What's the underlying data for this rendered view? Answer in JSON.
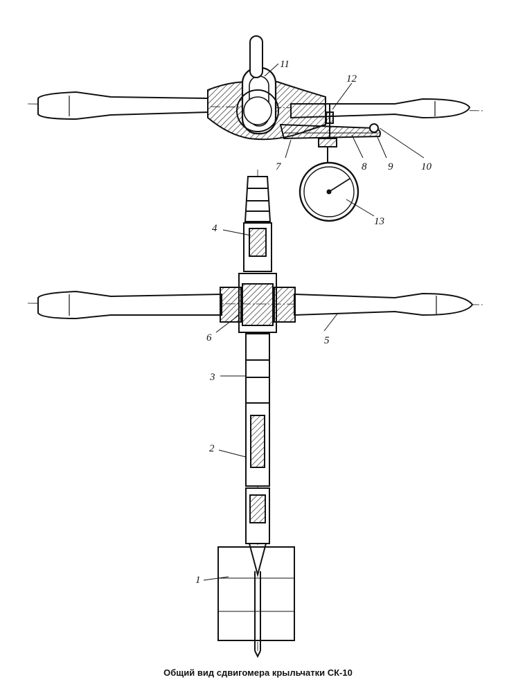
{
  "caption": "Общий вид сдвигомера крыльчатки СК-10",
  "callouts": {
    "c1": "1",
    "c2": "2",
    "c3": "3",
    "c4": "4",
    "c5": "5",
    "c6": "6",
    "c7": "7",
    "c8": "8",
    "c9": "9",
    "c10": "10",
    "c11": "11",
    "c12": "12",
    "c13": "13"
  },
  "colors": {
    "ink": "#111111",
    "paper": "#ffffff"
  }
}
